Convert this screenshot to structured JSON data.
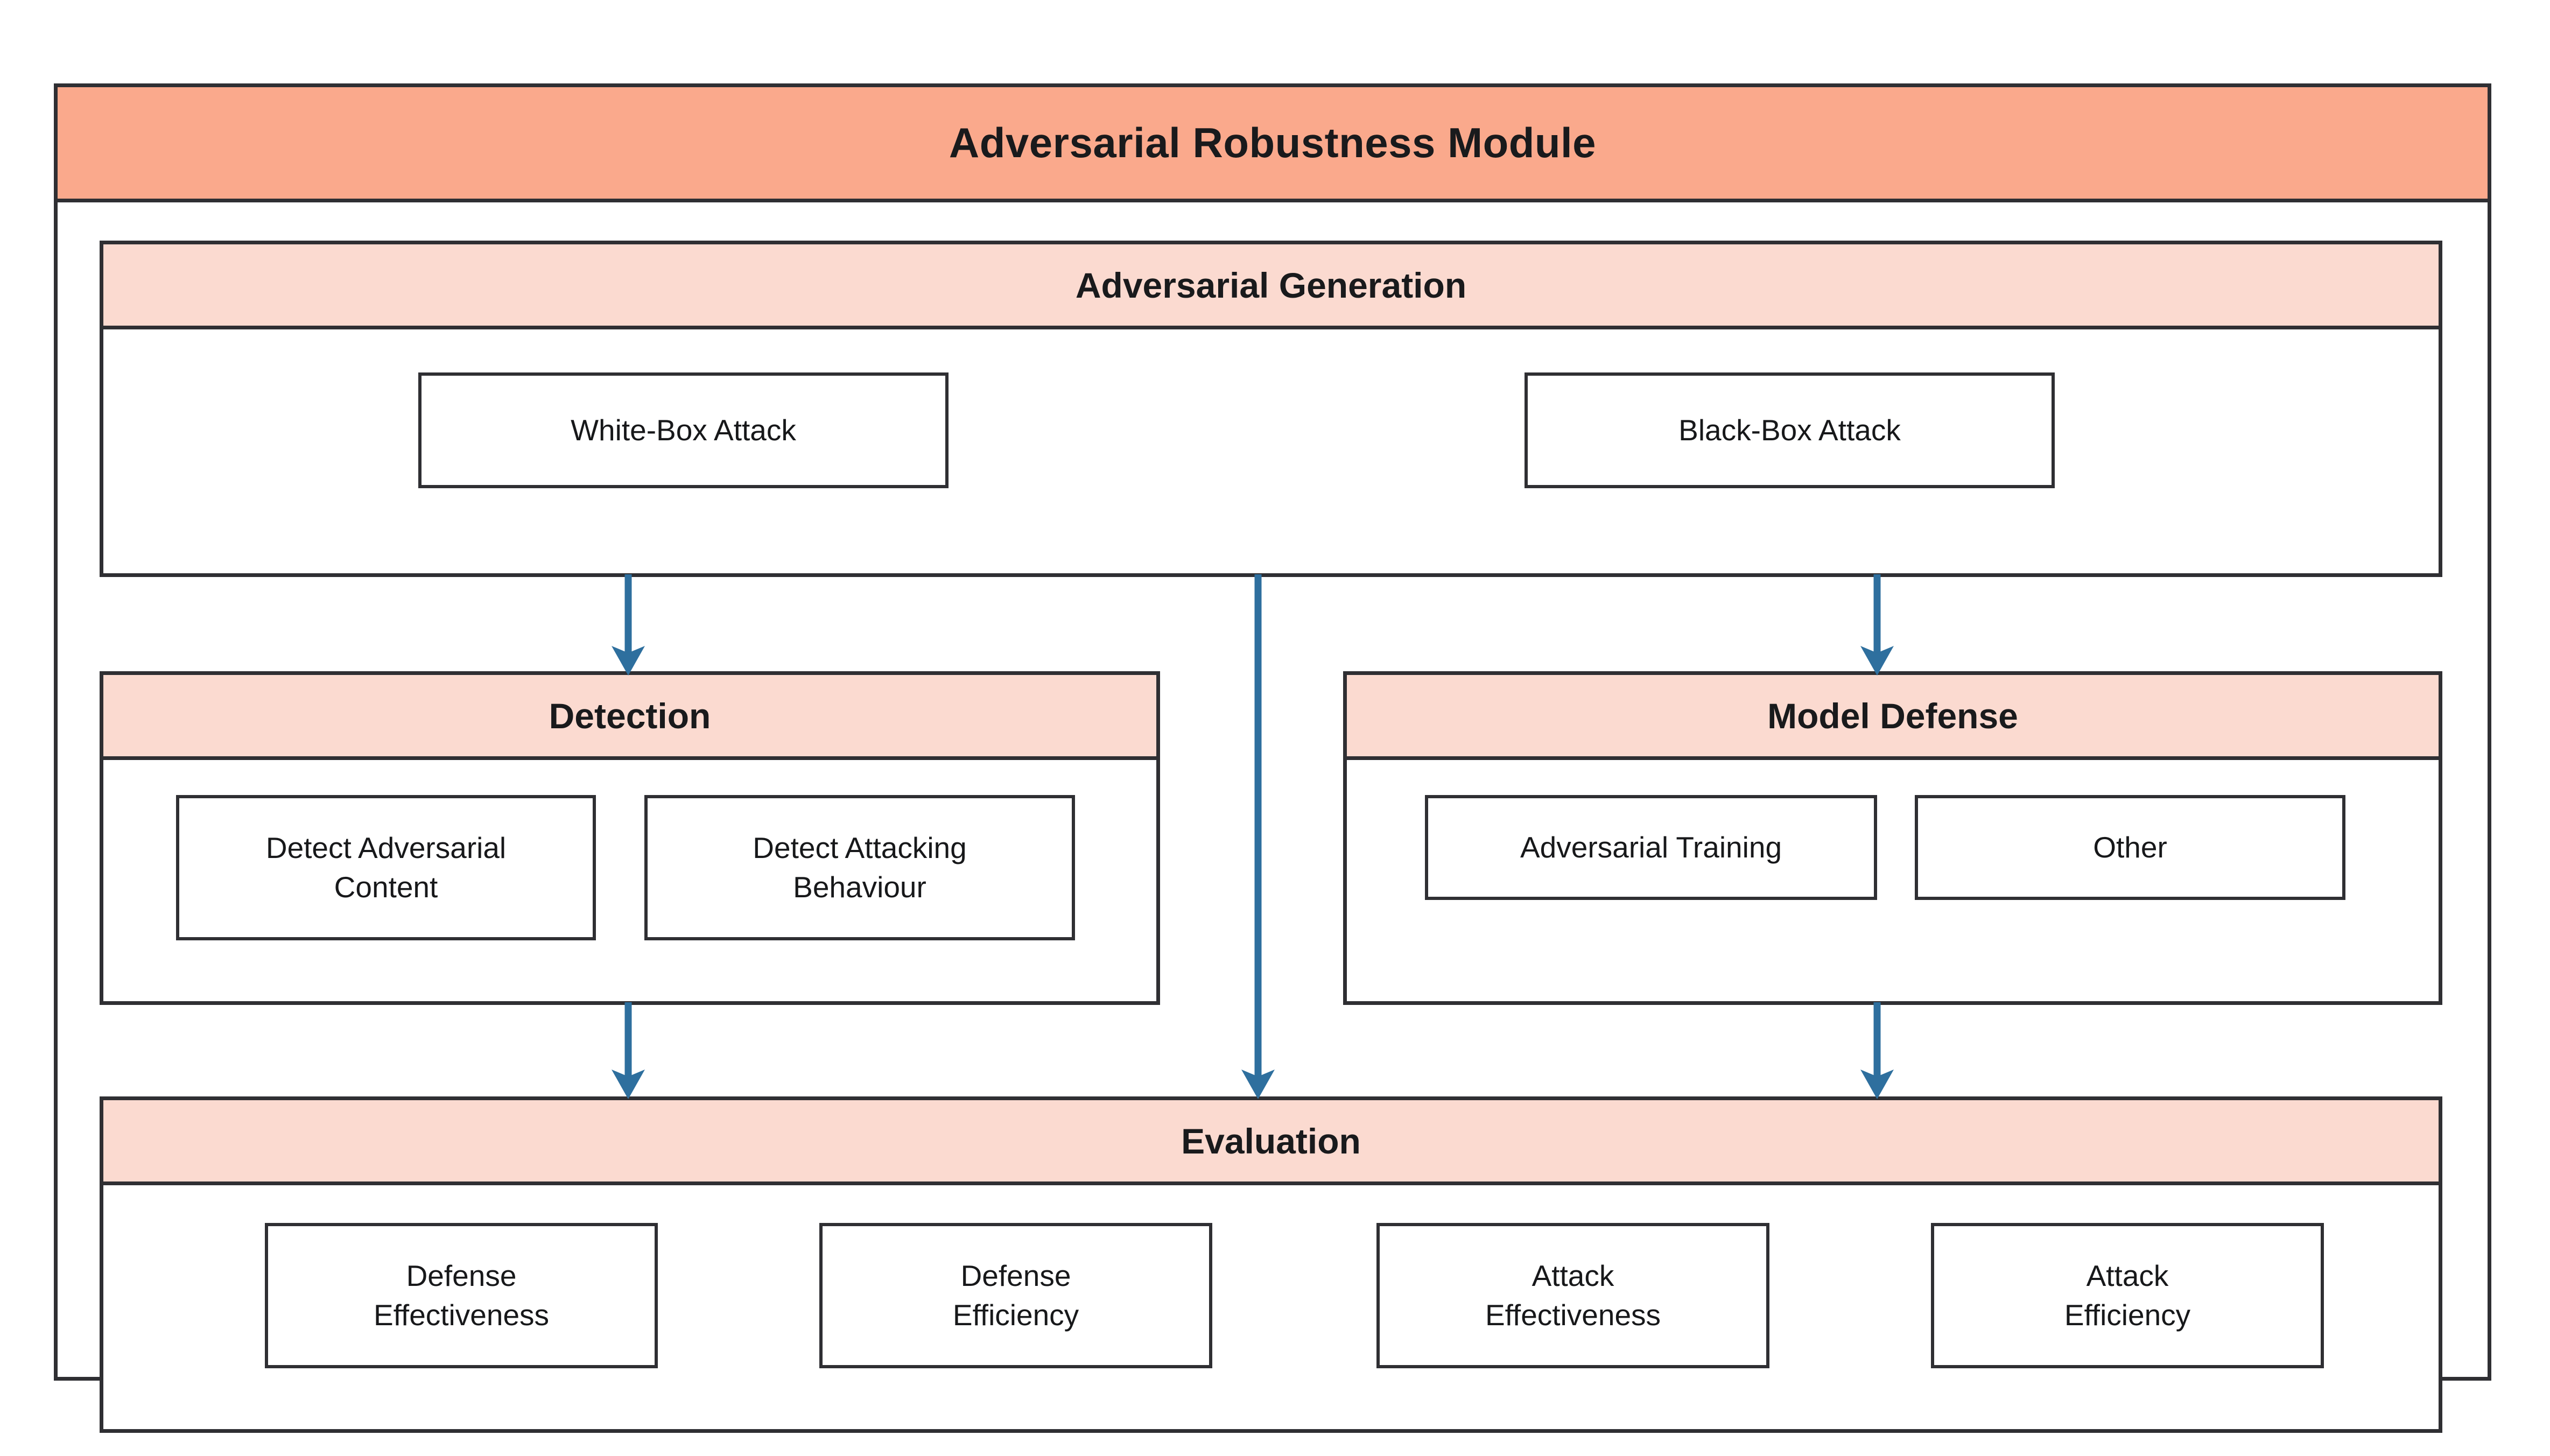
{
  "module": {
    "title": "Adversarial Robustness Module",
    "accent_header_color": "#FAA98C",
    "section_header_color": "#FBDAD0",
    "border_color": "#2F2F33",
    "arrow_color": "#2E6F9E",
    "node_background": "#FFFFFF",
    "text_color": "#191A1C"
  },
  "sections": [
    {
      "id": "adversarial-generation",
      "title": "Adversarial Generation",
      "nodes": [
        {
          "id": "white-box-attack",
          "label": "White-Box Attack"
        },
        {
          "id": "black-box-attack",
          "label": "Black-Box Attack"
        }
      ]
    },
    {
      "id": "detection",
      "title": "Detection",
      "nodes": [
        {
          "id": "detect-adversarial-content",
          "label": "Detect Adversarial\nContent"
        },
        {
          "id": "detect-attacking-behaviour",
          "label": "Detect Attacking\nBehaviour"
        }
      ]
    },
    {
      "id": "model-defense",
      "title": "Model Defense",
      "nodes": [
        {
          "id": "adversarial-training",
          "label": "Adversarial Training"
        },
        {
          "id": "other",
          "label": "Other"
        }
      ]
    },
    {
      "id": "evaluation",
      "title": "Evaluation",
      "nodes": [
        {
          "id": "defense-effectiveness",
          "label": "Defense\nEffectiveness"
        },
        {
          "id": "defense-efficiency",
          "label": "Defense\nEfficiency"
        },
        {
          "id": "attack-effectiveness",
          "label": "Attack\nEffectiveness"
        },
        {
          "id": "attack-efficiency",
          "label": "Attack\nEfficiency"
        }
      ]
    }
  ],
  "connections": [
    {
      "id": "gen-to-detection",
      "from": "adversarial-generation",
      "to": "detection"
    },
    {
      "id": "gen-to-model-defense",
      "from": "adversarial-generation",
      "to": "model-defense"
    },
    {
      "id": "gen-to-evaluation",
      "from": "adversarial-generation",
      "to": "evaluation"
    },
    {
      "id": "detection-to-evaluation",
      "from": "detection",
      "to": "evaluation"
    },
    {
      "id": "model-defense-to-evaluation",
      "from": "model-defense",
      "to": "evaluation"
    }
  ]
}
